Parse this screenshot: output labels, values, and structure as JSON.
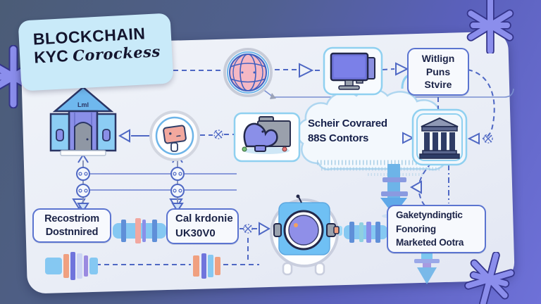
{
  "title": {
    "line1": "BLOCKCHAIN",
    "kyc": "KYC",
    "process": "Corockess"
  },
  "nodes": {
    "witlign": {
      "lines": [
        "Witlign",
        "Puns",
        "Stvire"
      ]
    },
    "cloud": {
      "lines": [
        "Scheir",
        "Covrared",
        "88S Contors"
      ]
    },
    "recostriom": {
      "lines": [
        "Recostriom",
        "Dostnnired"
      ]
    },
    "cal": {
      "lines": [
        "Cal krdonie",
        "UK30V0"
      ]
    },
    "gakety": {
      "lines": [
        "Gaketyndingtic",
        "Fonoring",
        "Marketed Ootra"
      ]
    },
    "bank_pediment_label": "Lml"
  },
  "icons": {
    "globe": "globe-icon",
    "monitors": "computer-monitors-icon",
    "bank_building": "bank-building-icon",
    "id_face": "id-card-face-icon",
    "whale_folder": "whale-folder-icon",
    "classical_bank": "classical-bank-icon",
    "robot": "robot-head-icon",
    "snowflake": "snowflake-decoration",
    "big_down_arrow": "down-arrow-icon",
    "pipes": "pipe-connector-icon"
  },
  "colors": {
    "background_start": "#4b5c76",
    "background_end": "#6e71d8",
    "panel": "#edf1f8",
    "title_box": "#c9eaf9",
    "ink": "#1b2347",
    "line_blue": "#4f68c4",
    "light_blue_border": "#8fd0f0",
    "pipe_blue": "#85c8f2",
    "accent_pink": "#f2a89e",
    "icon_purple": "#8a8fe8",
    "snowflake_purple": "#8b8eec"
  }
}
